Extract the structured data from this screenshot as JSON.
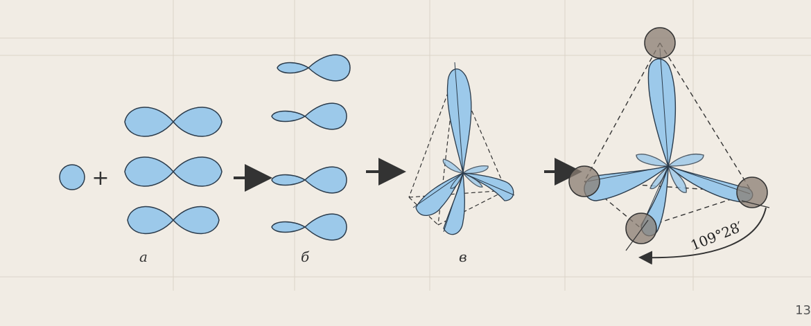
{
  "diagram": {
    "labels": {
      "a": "а",
      "b": "б",
      "v": "в"
    },
    "plus_sign": "+",
    "angle_label": "109°28′",
    "page_number": "13"
  },
  "colors": {
    "orbital_fill": "#9cc9ea",
    "orbital_stroke": "#2a3a4a",
    "hydrogen_fill": "#8a7d73",
    "background": "#f1ece4",
    "dashed_line": "#333333"
  },
  "icons": {
    "s_orbital": "sphere-icon",
    "p_orbital": "dumbbell-icon",
    "hybrid_orbital": "teardrop-icon",
    "arrow": "arrow-right-icon"
  }
}
